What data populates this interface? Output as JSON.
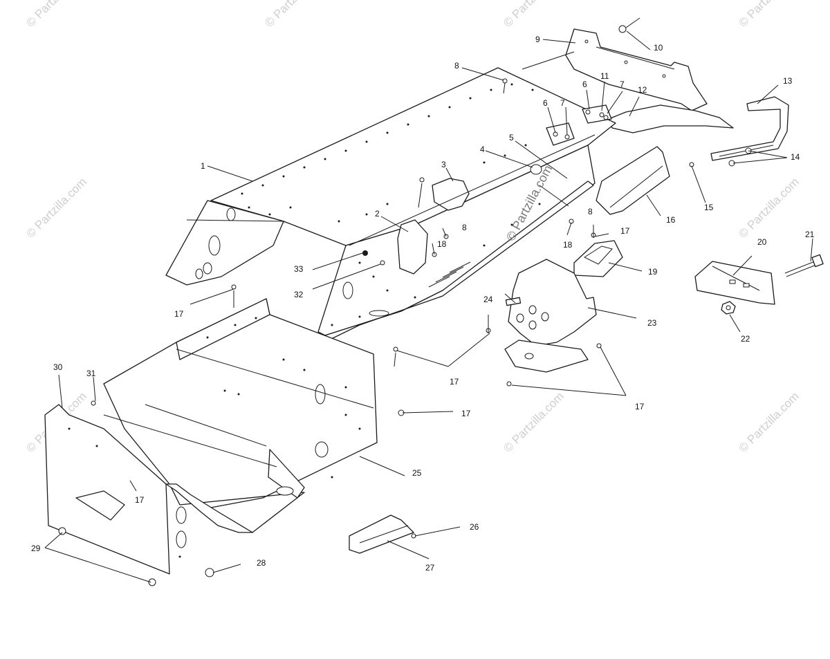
{
  "watermark": {
    "text": "© Partzilla.com",
    "center_text": "© Partzilla.com"
  },
  "colors": {
    "line": "#1a1a1a",
    "background": "#ffffff",
    "watermark": "#cfcfcf"
  },
  "callouts": [
    {
      "id": "1",
      "text": "1"
    },
    {
      "id": "2",
      "text": "2"
    },
    {
      "id": "3",
      "text": "3"
    },
    {
      "id": "4",
      "text": "4"
    },
    {
      "id": "5",
      "text": "5"
    },
    {
      "id": "6a",
      "text": "6"
    },
    {
      "id": "6b",
      "text": "6"
    },
    {
      "id": "7a",
      "text": "7"
    },
    {
      "id": "7b",
      "text": "7"
    },
    {
      "id": "8a",
      "text": "8"
    },
    {
      "id": "8b",
      "text": "8"
    },
    {
      "id": "8c",
      "text": "8"
    },
    {
      "id": "9",
      "text": "9"
    },
    {
      "id": "10",
      "text": "10"
    },
    {
      "id": "11",
      "text": "11"
    },
    {
      "id": "12",
      "text": "12"
    },
    {
      "id": "13",
      "text": "13"
    },
    {
      "id": "14",
      "text": "14"
    },
    {
      "id": "15",
      "text": "15"
    },
    {
      "id": "16",
      "text": "16"
    },
    {
      "id": "17a",
      "text": "17"
    },
    {
      "id": "17b",
      "text": "17"
    },
    {
      "id": "17c",
      "text": "17"
    },
    {
      "id": "17d",
      "text": "17"
    },
    {
      "id": "17e",
      "text": "17"
    },
    {
      "id": "17f",
      "text": "17"
    },
    {
      "id": "18a",
      "text": "18"
    },
    {
      "id": "18b",
      "text": "18"
    },
    {
      "id": "19",
      "text": "19"
    },
    {
      "id": "20",
      "text": "20"
    },
    {
      "id": "21",
      "text": "21"
    },
    {
      "id": "22",
      "text": "22"
    },
    {
      "id": "23",
      "text": "23"
    },
    {
      "id": "24",
      "text": "24"
    },
    {
      "id": "25",
      "text": "25"
    },
    {
      "id": "26",
      "text": "26"
    },
    {
      "id": "27",
      "text": "27"
    },
    {
      "id": "28",
      "text": "28"
    },
    {
      "id": "29",
      "text": "29"
    },
    {
      "id": "30",
      "text": "30"
    },
    {
      "id": "31",
      "text": "31"
    },
    {
      "id": "32",
      "text": "32"
    },
    {
      "id": "33",
      "text": "33"
    }
  ]
}
